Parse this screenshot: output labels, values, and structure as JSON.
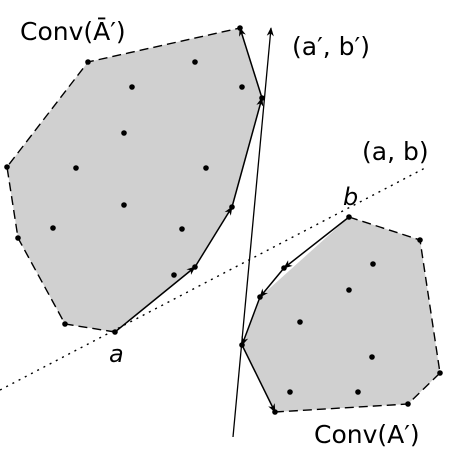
{
  "labels": {
    "conv_abar": "Conv(Ā′)",
    "conv_a": "Conv(A′)",
    "line_ab": "(a, b)",
    "line_ab_prime": "(a′, b′)",
    "point_a": "a",
    "point_b": "b"
  },
  "colors": {
    "hull_fill": "#d0d0d0",
    "stroke": "#000000",
    "point": "#000000"
  }
}
